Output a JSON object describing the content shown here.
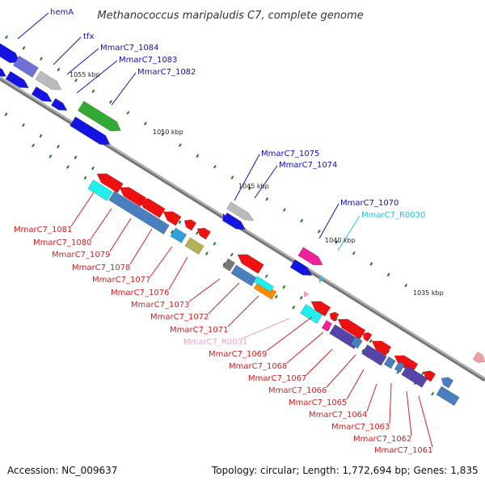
{
  "title": "Methanococcus maripaludis C7, complete genome",
  "accession": "Accession: NC_009637",
  "summary": "Topology: circular; Length: 1,772,694 bp; Genes: 1,835",
  "colors": {
    "backbone": "#8c8c8c",
    "forward_label": "#1010c8",
    "reverse_label": "#d42020",
    "rna_label": "#33bbdd",
    "pseudo_label": "#f0a0c8",
    "tick": "#1a7a1a",
    "cds_red": "#ee1111",
    "cds_blue": "#1414e0",
    "cds_cyan": "#22eeee",
    "cds_steel": "#4a7fbf",
    "cds_purple": "#5544aa",
    "cds_gray": "#bbbbbb",
    "cds_green": "#33aa33",
    "cds_olive": "#b5b055",
    "cds_orange": "#ff8c00",
    "cds_magenta": "#ee2299",
    "cds_darkgray": "#777777"
  },
  "kbp_marks": [
    "1055 kbp",
    "1050 kbp",
    "1045 kbp",
    "1040 kbp",
    "1035 kbp"
  ],
  "labels_forward": [
    "hemA",
    "tfx",
    "MmarC7_1084",
    "MmarC7_1083",
    "MmarC7_1082",
    "MmarC7_1075",
    "MmarC7_1074",
    "MmarC7_1070"
  ],
  "labels_rna_top": [
    "MmarC7_R0030"
  ],
  "labels_reverse_left": [
    "MmarC7_1081",
    "MmarC7_1080",
    "MmarC7_1079",
    "MmarC7_1078",
    "MmarC7_1077",
    "MmarC7_1076",
    "MmarC7_1073",
    "MmarC7_1072",
    "MmarC7_1071"
  ],
  "labels_pseudo": [
    "MmarC7_R0031"
  ],
  "labels_reverse_bottom": [
    "MmarC7_1069",
    "MmarC7_1068",
    "MmarC7_1067",
    "MmarC7_1066",
    "MmarC7_1065",
    "MmarC7_1064",
    "MmarC7_1063",
    "MmarC7_1062",
    "MmarC7_1061"
  ]
}
